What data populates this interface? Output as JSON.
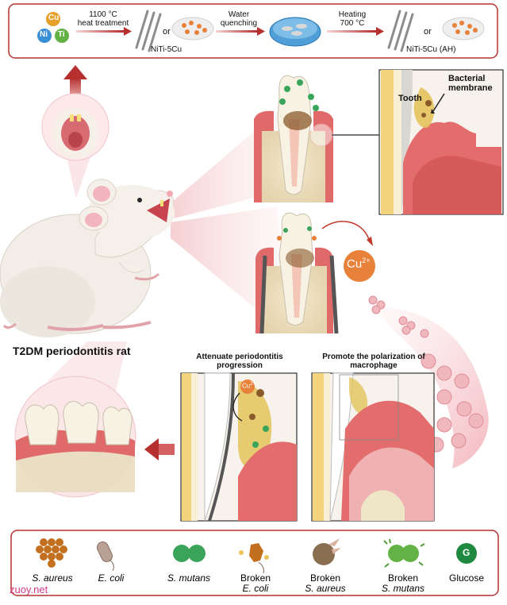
{
  "process": {
    "elements": [
      "Cu",
      "Ni",
      "Ti"
    ],
    "step1": [
      "1100 °C",
      "heat treatment"
    ],
    "or1": "or",
    "product1": "NiTi-5Cu",
    "step2": [
      "Water",
      "quenching"
    ],
    "step3": [
      "Heating",
      "700 °C"
    ],
    "or2": "or",
    "product2": "NiTi-5Cu (AH)"
  },
  "rat_label": "T2DM periodontitis rat",
  "inset_top": {
    "tooth": "Tooth",
    "membrane": [
      "Bacterial",
      "membrane"
    ]
  },
  "ion": {
    "symbol": "Cu",
    "charge": "2+"
  },
  "ion_small": {
    "symbol": "Cu",
    "charge": "2+"
  },
  "panel_left_title": [
    "Attenuate periodontitis",
    "progression"
  ],
  "panel_right_title": [
    "Promote the polarization of",
    "macrophage"
  ],
  "legend": [
    {
      "name": "S. aureus",
      "italic": true
    },
    {
      "name": "E. coli",
      "italic": true
    },
    {
      "name": "S. mutans",
      "italic": true
    },
    {
      "name_top": "Broken",
      "name_bottom": "E. coli"
    },
    {
      "name_top": "Broken",
      "name_bottom": "S. aureus"
    },
    {
      "name_top": "Broken",
      "name_bottom": "S. mutans"
    },
    {
      "name": "Glucose",
      "italic": false
    }
  ],
  "glucose_letter": "G",
  "watermark": "zuoy.net",
  "colors": {
    "frame": "#b5302f",
    "arrow": "#c0392b",
    "gum": "#e06a6a",
    "bone": "#e9dcc0",
    "tooth": "#f7f2e4",
    "bacteria": "#c2701f",
    "green": "#3aa55a",
    "cu": "#e8813a"
  }
}
